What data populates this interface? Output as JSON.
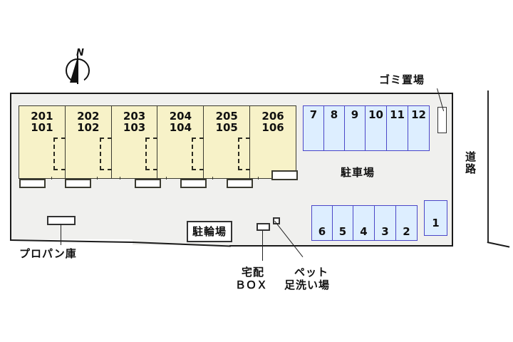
{
  "map": {
    "title": "駐車場",
    "compass_north": "N"
  },
  "building": {
    "units": [
      {
        "upper": "201",
        "lower": "101"
      },
      {
        "upper": "202",
        "lower": "102"
      },
      {
        "upper": "203",
        "lower": "103"
      },
      {
        "upper": "204",
        "lower": "104"
      },
      {
        "upper": "205",
        "lower": "105"
      },
      {
        "upper": "206",
        "lower": "106"
      }
    ]
  },
  "parking": {
    "area_label": "駐車場",
    "top_row": [
      "7",
      "8",
      "9",
      "10",
      "11",
      "12"
    ],
    "bottom_row": [
      "6",
      "5",
      "4",
      "3",
      "2"
    ],
    "offset_stall": "1"
  },
  "facilities": {
    "garbage": "ゴミ置場",
    "propane": "プロパン庫",
    "bicycle": "駐輪場",
    "delivery_line1": "宅配",
    "delivery_line2": "ＢＯＸ",
    "pet_line1": "ペット",
    "pet_line2": "足洗い場",
    "road": "道路"
  },
  "colors": {
    "building_fill": "#f7f2c8",
    "stall_fill": "#ddeeff",
    "stall_border": "#4a46c8",
    "site_fill": "#f0f0ee",
    "ink": "#111111"
  }
}
